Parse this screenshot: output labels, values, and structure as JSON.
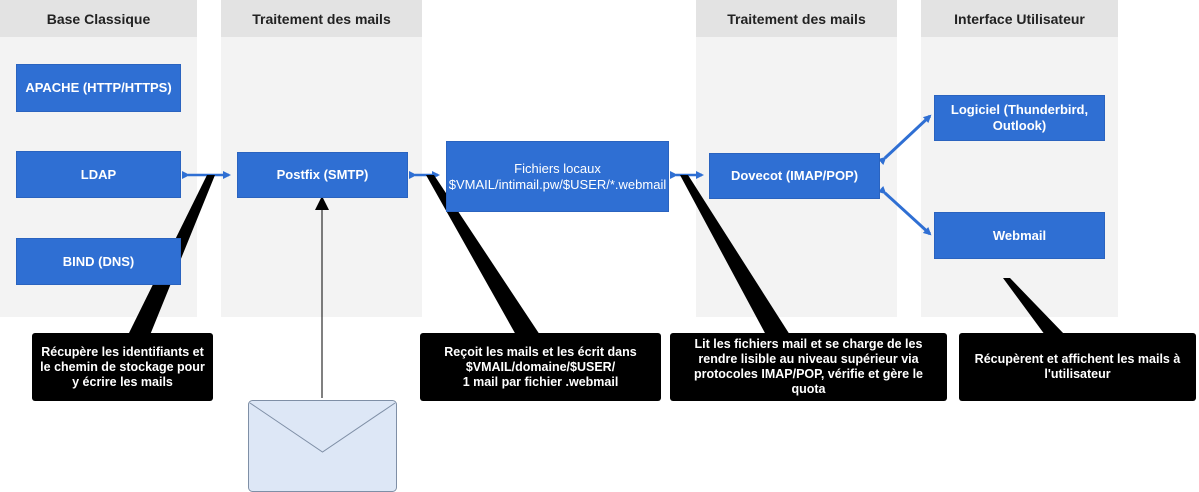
{
  "lanes": {
    "base_classique": "Base Classique",
    "traitement_1": "Traitement des mails",
    "traitement_2": "Traitement des mails",
    "interface": "Interface Utilisateur"
  },
  "boxes": {
    "apache": "APACHE (HTTP/HTTPS)",
    "ldap": "LDAP",
    "bind": "BIND (DNS)",
    "postfix": "Postfix (SMTP)",
    "fichiers_line1": "Fichiers locaux",
    "fichiers_line2": "$VMAIL/intimail.pw/$USER/*.webmail",
    "dovecot": "Dovecot (IMAP/POP)",
    "logiciel": "Logiciel (Thunderbird, Outlook)",
    "webmail": "Webmail"
  },
  "callouts": {
    "ldap_callout": "Récupère les identifiants et le chemin de stockage pour y écrire les mails",
    "postfix_callout_line1": "Reçoit les mails et les écrit dans",
    "postfix_callout_line2": "$VMAIL/domaine/$USER/",
    "postfix_callout_line3": "1 mail par fichier .webmail",
    "dovecot_callout": "Lit les fichiers mail et se charge de les rendre lisible au niveau supérieur via protocoles IMAP/POP, vérifie et gère le quota",
    "interface_callout": "Récupèrent et affichent les mails à l'utilisateur"
  },
  "colors": {
    "box_blue": "#2f6fd3",
    "lane_header": "#e3e3e3",
    "lane_body": "#f3f3f3",
    "callout_bg": "#000000"
  },
  "icons": {
    "envelope": "envelope-icon"
  }
}
